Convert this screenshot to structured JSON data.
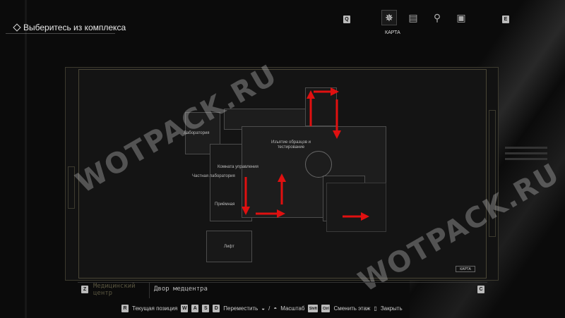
{
  "objective": {
    "text": "Выберитесь из комплекса"
  },
  "top_tabs": {
    "prev_key": "Q",
    "next_key": "E",
    "active_label": "КАРТА",
    "items": [
      {
        "icon": "compass-icon"
      },
      {
        "icon": "files-icon"
      },
      {
        "icon": "inventory-icon"
      },
      {
        "icon": "folder-icon"
      }
    ]
  },
  "map": {
    "rooms": {
      "lab": "Лаборатория",
      "sampling": "Изъятие образцов и тестирование",
      "control": "Комната управления",
      "private_lab": "Частная лаборатория",
      "reception": "Приёмная",
      "elevator": "Лифт"
    },
    "map_button": "КАРТА",
    "arrow_color": "#e01010",
    "watermark": "WOTPACK.RU"
  },
  "location": {
    "floor_down_key": "Z",
    "floor_up_key": "C",
    "area": "Медицинский центр",
    "zone": "Двор медцентра"
  },
  "controls": {
    "r_key": "R",
    "current_position": "Текущая позиция",
    "w": "W",
    "a": "A",
    "s": "S",
    "d": "D",
    "move": "Переместить",
    "slash": "/",
    "zoom": "Масштаб",
    "shift": "Shift",
    "ctrl": "Ctrl",
    "change_floor": "Сменить этаж",
    "close": "Закрыть"
  }
}
